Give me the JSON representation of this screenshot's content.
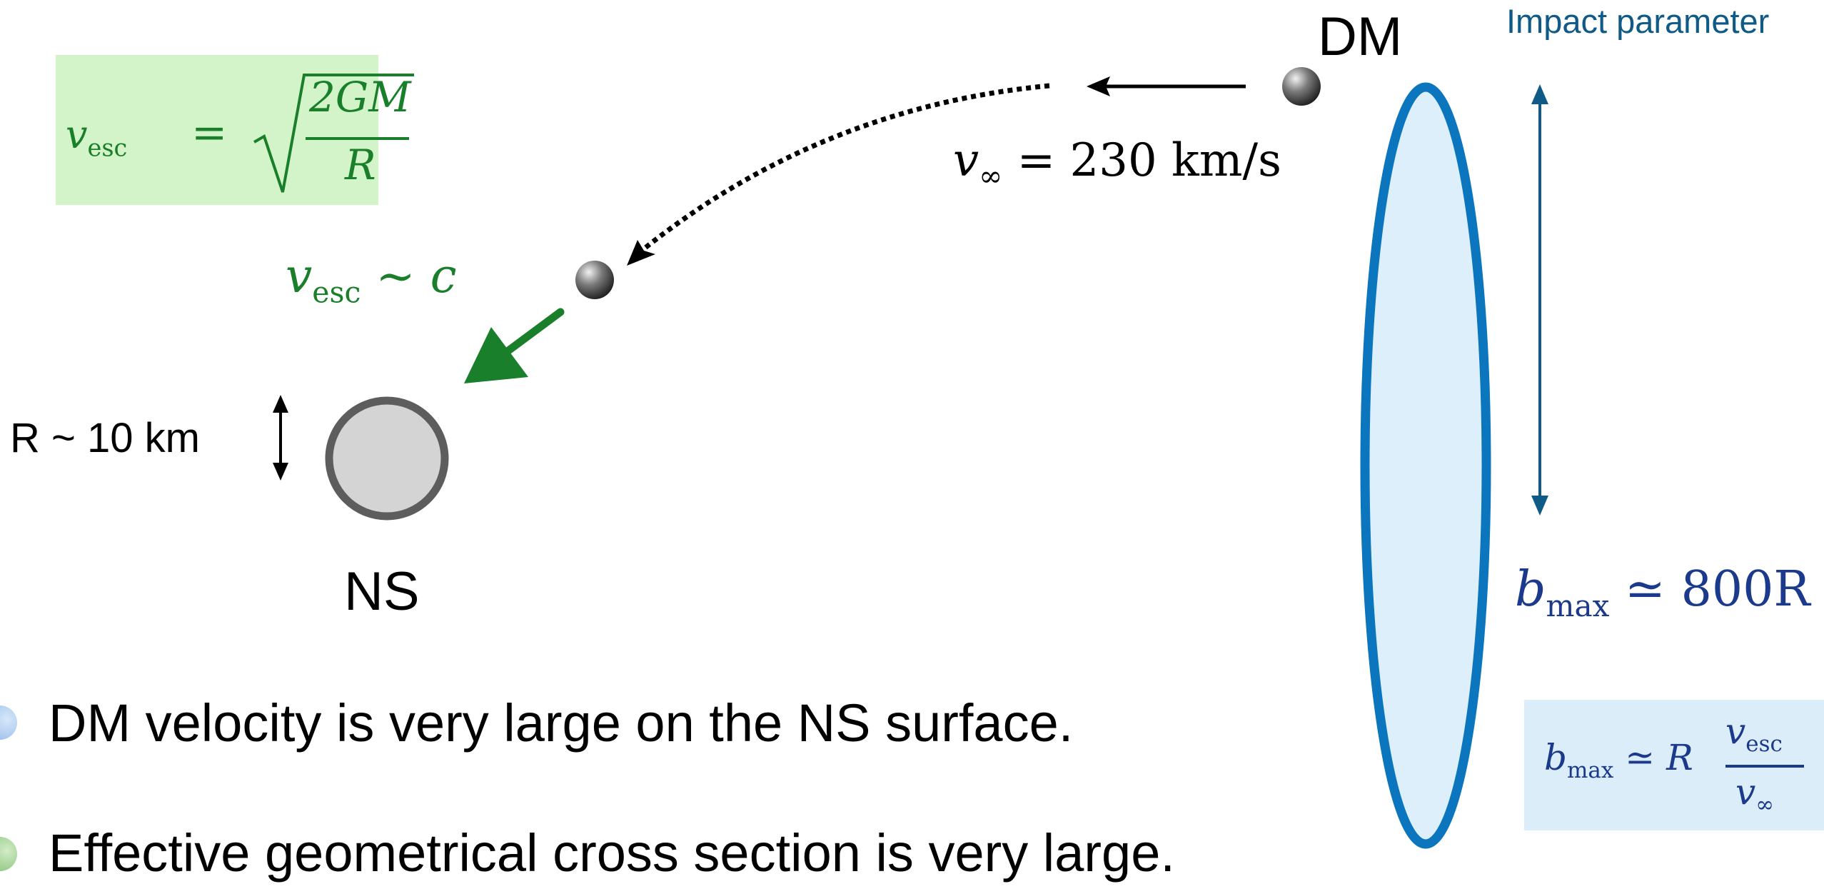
{
  "labels": {
    "dm": "DM",
    "ns": "NS",
    "radius": "R ~ 10 km",
    "impact_parameter": "Impact parameter",
    "v_inf_symbol": "v",
    "v_inf_sub": "∞",
    "v_inf_value": "= 230 km/s",
    "vesc_symbol": "v",
    "vesc_sub": "esc",
    "vesc_approx": "∼ c",
    "bmax_symbol": "b",
    "bmax_sub": "max",
    "bmax_value": "≃ 800R"
  },
  "formula_escape": {
    "lhs_symbol": "v",
    "lhs_sub": "esc",
    "eq": "=",
    "numerator": "2GM",
    "denominator": "R"
  },
  "formula_bmax": {
    "lhs_symbol": "b",
    "lhs_sub": "max",
    "lhs_rel": "≃ R",
    "num_symbol": "v",
    "num_sub": "esc",
    "den_symbol": "v",
    "den_sub": "∞"
  },
  "bullets": [
    {
      "text": "DM velocity is very large on the NS surface.",
      "color": "#a9c9ee"
    },
    {
      "text": "Effective geometrical cross section is very large.",
      "color": "#9ccf8e"
    }
  ],
  "colors": {
    "green": "#1a7f2a",
    "navy": "#1b3a8c",
    "impact_blue": "#0f5a86",
    "ellipse_stroke": "#0b76bd",
    "ellipse_fill": "#ddeffb",
    "ns_fill": "#d4d4d4",
    "ns_stroke": "#5d5d5d"
  }
}
